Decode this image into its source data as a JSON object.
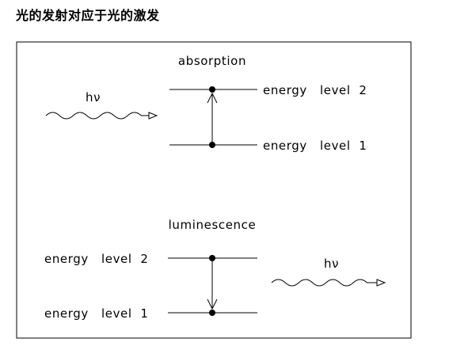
{
  "title": "光的发射对应于光的激发",
  "absorption": {
    "heading": "absorption",
    "photon_label": "hν",
    "upper_level_label": "energy   level  2",
    "lower_level_label": "energy   level  1"
  },
  "luminescence": {
    "heading": "luminescence",
    "photon_label": "hν",
    "upper_level_label": "energy   level  2",
    "lower_level_label": "energy   level  1"
  }
}
